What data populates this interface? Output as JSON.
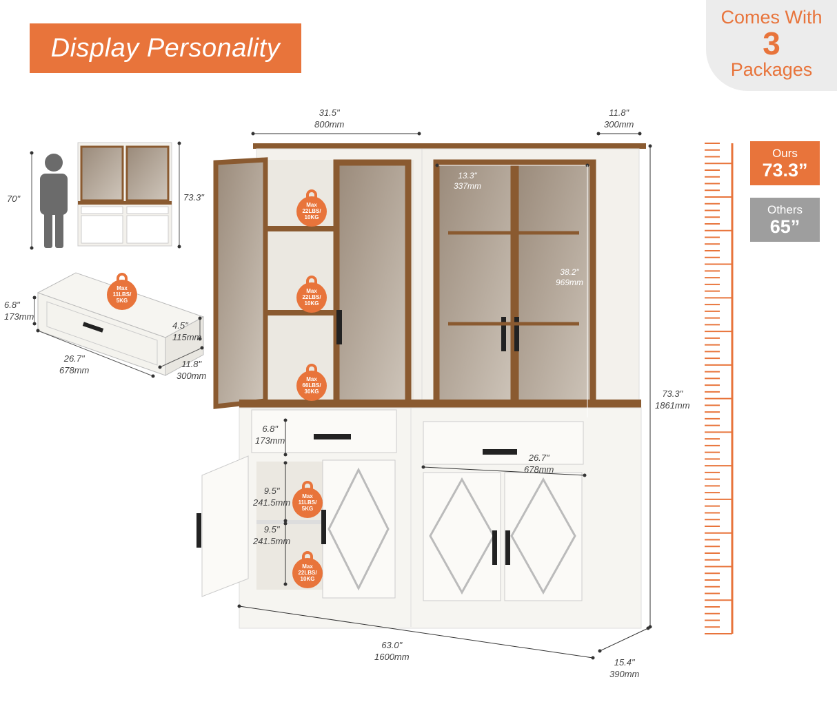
{
  "banner": {
    "title": "Display Personality"
  },
  "packages": {
    "line1": "Comes With",
    "number": "3",
    "line2": "Packages"
  },
  "height_compare": {
    "ours_label": "Ours",
    "ours_value": "73.3”",
    "others_label": "Others",
    "others_value": "65”"
  },
  "person_compare": {
    "person_height": "70\"",
    "cabinet_height": "73.3\""
  },
  "drawer_detail": {
    "height_in": "6.8\"",
    "height_mm": "173mm",
    "inner_in": "4.5\"",
    "inner_mm": "115mm",
    "length_in": "26.7\"",
    "length_mm": "678mm",
    "depth_in": "11.8\"",
    "depth_mm": "300mm",
    "capacity": {
      "l1": "Max",
      "l2": "11LBS/",
      "l3": "5KG"
    }
  },
  "dimensions": {
    "top_width_in": "31.5\"",
    "top_width_mm": "800mm",
    "top_depth_in": "11.8\"",
    "top_depth_mm": "300mm",
    "shelf_width_in": "13.3\"",
    "shelf_width_mm": "337mm",
    "glass_height_in": "38.2\"",
    "glass_height_mm": "969mm",
    "total_height_in": "73.3\"",
    "total_height_mm": "1861mm",
    "drawer_height_in": "6.8\"",
    "drawer_height_mm": "173mm",
    "drawer_width_in": "26.7\"",
    "drawer_width_mm": "678mm",
    "shelf1_in": "9.5\"",
    "shelf1_mm": "241.5mm",
    "shelf2_in": "9.5\"",
    "shelf2_mm": "241.5mm",
    "total_width_in": "63.0\"",
    "total_width_mm": "1600mm",
    "total_depth_in": "15.4\"",
    "total_depth_mm": "390mm"
  },
  "capacity_badges": [
    {
      "l1": "Max",
      "l2": "22LBS/",
      "l3": "10KG"
    },
    {
      "l1": "Max",
      "l2": "22LBS/",
      "l3": "10KG"
    },
    {
      "l1": "Max",
      "l2": "66LBS/",
      "l3": "30KG"
    },
    {
      "l1": "Max",
      "l2": "11LBS/",
      "l3": "5KG"
    },
    {
      "l1": "Max",
      "l2": "22LBS/",
      "l3": "10KG"
    }
  ],
  "colors": {
    "accent": "#e8743b",
    "gray_box": "#9e9e9e",
    "wood": "#8a5a30",
    "cabinet": "#f3f1ec"
  }
}
